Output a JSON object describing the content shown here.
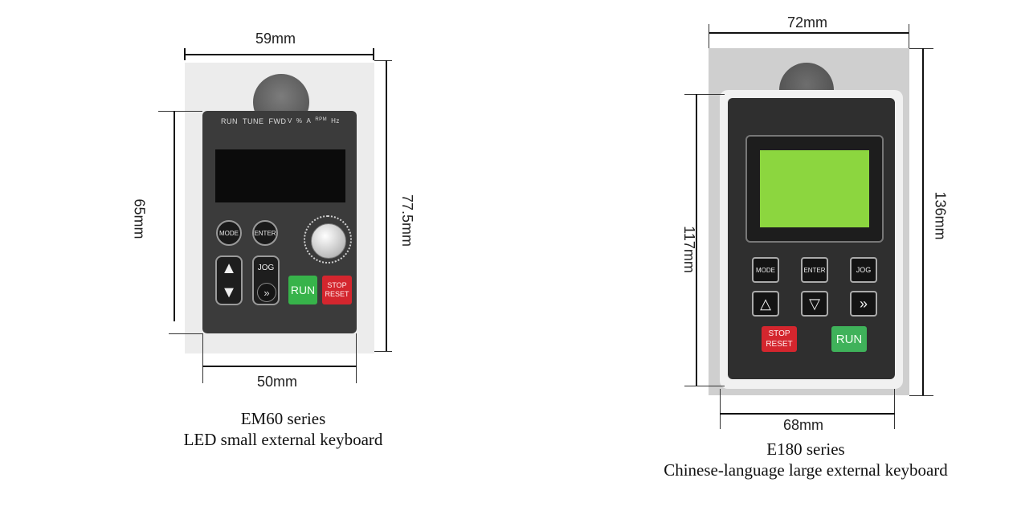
{
  "left_device": {
    "dims": {
      "top": "59mm",
      "bottom": "50mm",
      "left": "65mm",
      "right": "77.5mm"
    },
    "panel_status_labels": [
      "RUN",
      "TUNE",
      "FWD"
    ],
    "panel_unit_labels": [
      "V",
      "%",
      "A",
      "RPM",
      "Hz"
    ],
    "buttons": {
      "mode": "MODE",
      "enter": "ENTER",
      "jog": "JOG",
      "up": "▲",
      "down": "▼",
      "shift": "»",
      "run": "RUN",
      "stop": "STOP",
      "reset": "RESET"
    },
    "caption_line1": "EM60 series",
    "caption_line2": "LED small external keyboard",
    "colors": {
      "run": "#37b34a",
      "stop": "#d4262e"
    }
  },
  "right_device": {
    "dims": {
      "top": "72mm",
      "bottom": "68mm",
      "left": "117mm",
      "right": "136mm"
    },
    "buttons": {
      "mode": "MODE",
      "enter": "ENTER",
      "jog": "JOG",
      "up": "△",
      "down": "▽",
      "shift": "»",
      "stop": "STOP",
      "reset": "RESET",
      "run": "RUN"
    },
    "caption_line1": "E180 series",
    "caption_line2": "Chinese-language large external keyboard",
    "colors": {
      "lcd": "#8cd63f",
      "run": "#3fb25a",
      "stop": "#d4262e"
    }
  }
}
